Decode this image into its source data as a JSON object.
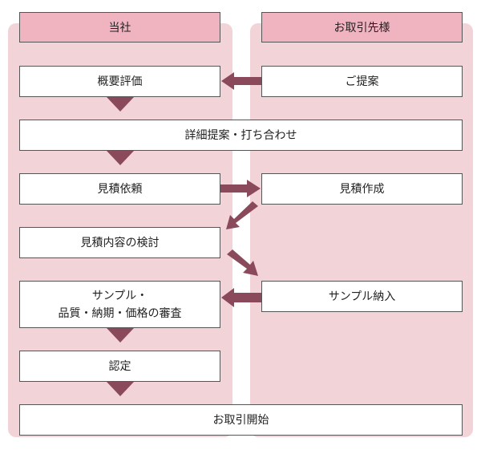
{
  "diagram": {
    "lanes": {
      "company": "当社",
      "supplier": "お取引先様"
    },
    "steps": {
      "overview_eval": "概要評価",
      "proposal": "ご提案",
      "detail_meeting": "詳細提案・打ち合わせ",
      "quote_request": "見積依頼",
      "quote_create": "見積作成",
      "quote_review": "見積内容の検討",
      "sample_review_line1": "サンプル・",
      "sample_review_line2": "品質・納期・価格の審査",
      "sample_delivery": "サンプル納入",
      "certification": "認定",
      "start_trading": "お取引開始"
    },
    "colors": {
      "lane_bg": "#f2d4d8",
      "header_bg": "#f0b3c0",
      "arrow": "#8a4a5c"
    }
  }
}
